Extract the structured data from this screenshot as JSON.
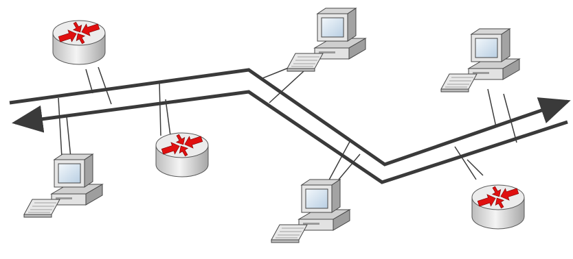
{
  "diagram": {
    "type": "network-topology",
    "elements": {
      "routers": [
        {
          "id": "router-1",
          "icon": "router-icon"
        },
        {
          "id": "router-2",
          "icon": "router-icon"
        },
        {
          "id": "router-3",
          "icon": "router-icon"
        }
      ],
      "computers": [
        {
          "id": "computer-1",
          "icon": "desktop-computer-icon"
        },
        {
          "id": "computer-2",
          "icon": "desktop-computer-icon"
        },
        {
          "id": "computer-3",
          "icon": "desktop-computer-icon"
        },
        {
          "id": "computer-4",
          "icon": "desktop-computer-icon"
        }
      ],
      "links": [
        {
          "id": "backbone-upper",
          "direction": "right"
        },
        {
          "id": "backbone-lower",
          "direction": "left"
        }
      ]
    },
    "colors": {
      "line": "#3a3a3a",
      "router_body": "#ececec",
      "router_arrow": "#e01010",
      "computer_body": "#e2e2e2",
      "screen": "#dbe8f3"
    }
  }
}
